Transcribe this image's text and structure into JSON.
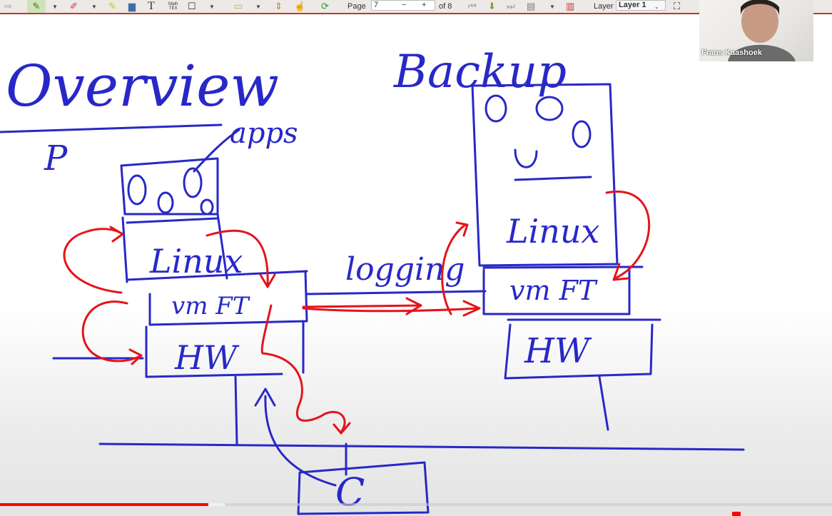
{
  "toolbar": {
    "page_label": "Page",
    "page_value": "7",
    "page_minus": "−",
    "page_plus": "+",
    "page_of": "of 8",
    "layer_label": "Layer",
    "layer_value": "Layer 1",
    "math_tex_label": "Math\nTEX",
    "icons": [
      "forward-icon",
      "pen-icon",
      "eraser-icon",
      "highlighter-icon",
      "image-icon",
      "text-icon",
      "math-tex-icon",
      "shape-icon",
      "select-rect-icon",
      "vertical-space-icon",
      "hand-icon",
      "refresh-icon",
      "first-page-icon",
      "goto-page-icon",
      "last-page-icon",
      "add-page-icon",
      "delete-page-icon",
      "fullscreen-icon"
    ]
  },
  "whiteboard": {
    "title": "Overview",
    "primary_label": "P",
    "backup_label": "Backup",
    "apps_label": "apps",
    "primary_linux": "Linux",
    "primary_vmft": "vm FT",
    "primary_hw": "HW",
    "logging_label": "logging",
    "backup_linux": "Linux",
    "backup_vmft": "vm FT",
    "backup_hw": "HW",
    "client_label": "C",
    "ink_colors": {
      "blue": "#2828c8",
      "red": "#e4141a"
    }
  },
  "webcam": {
    "name": "Frans Kaashoek"
  },
  "video": {
    "progress_fraction": 0.25,
    "buffered_fraction": 0.27,
    "accent": "#ff0000"
  }
}
